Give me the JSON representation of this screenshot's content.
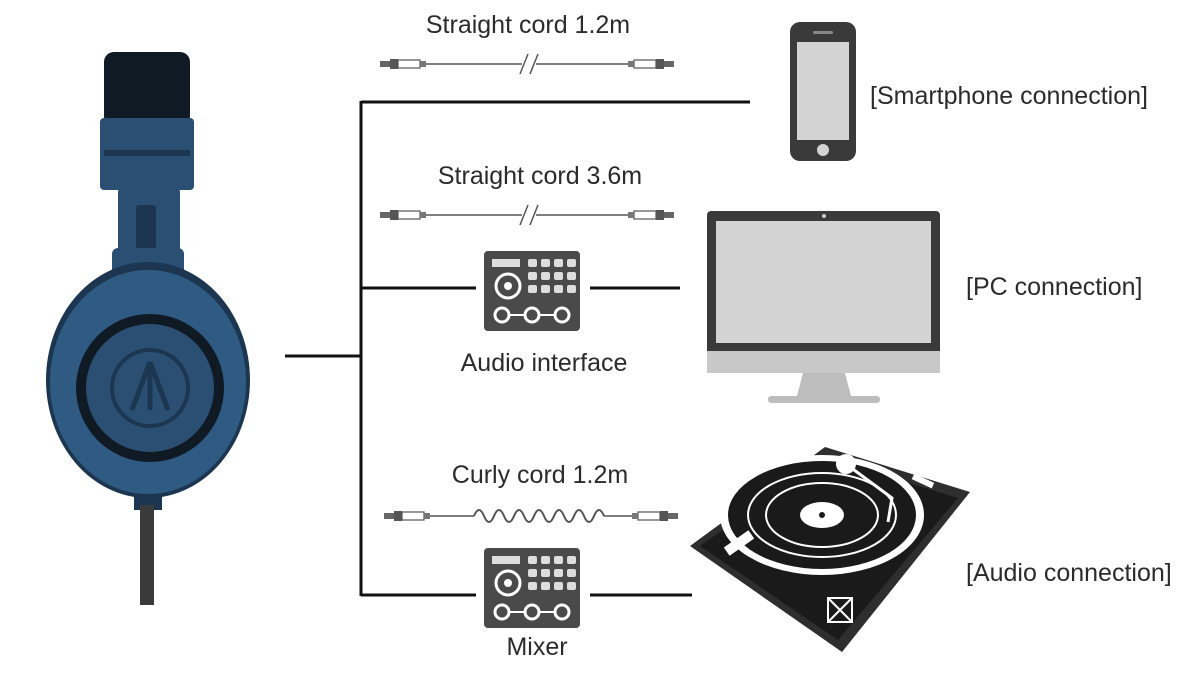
{
  "cords": {
    "straight_short": "Straight cord 1.2m",
    "straight_long": "Straight cord 3.6m",
    "curly": "Curly cord 1.2m"
  },
  "devices": {
    "audio_interface": "Audio interface",
    "mixer": "Mixer"
  },
  "connections": {
    "smartphone": "[Smartphone connection]",
    "pc": "[PC connection]",
    "audio": "[Audio connection]"
  },
  "colors": {
    "headphone_blue": "#2a4f73",
    "headphone_dark": "#0f1a24",
    "device_gray": "#4a4a4a",
    "screen_gray": "#d3d3d3",
    "line": "#111111"
  }
}
